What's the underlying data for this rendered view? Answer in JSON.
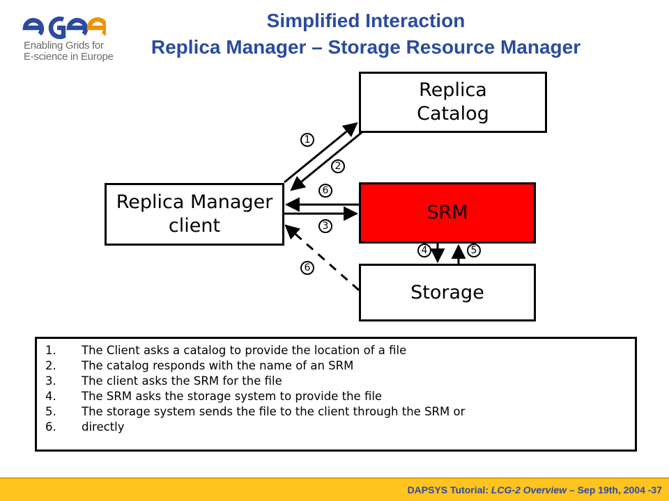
{
  "slide": {
    "title_line1": "Simplified Interaction",
    "title_line2": "Replica Manager – Storage Resource Manager"
  },
  "logo": {
    "name": "egee",
    "tagline_line1": "Enabling Grids for",
    "tagline_line2": "E-science in Europe"
  },
  "boxes": {
    "replica_catalog": [
      "Replica",
      "Catalog"
    ],
    "replica_manager_client": [
      "Replica Manager",
      "client"
    ],
    "srm": "SRM",
    "storage": "Storage"
  },
  "step_markers": {
    "to_catalog": "1",
    "from_catalog": "2",
    "srm_to_client": "6",
    "client_to_srm": "3",
    "srm_to_storage": "4",
    "storage_to_srm": "5",
    "storage_to_client": "6"
  },
  "steps": [
    {
      "num": "1.",
      "text": "The Client asks a catalog to provide the location of a file"
    },
    {
      "num": "2.",
      "text": "The catalog responds with the name of an SRM"
    },
    {
      "num": "3.",
      "text": "The client asks the SRM for the file"
    },
    {
      "num": "4.",
      "text": "The SRM asks the storage system to provide the file"
    },
    {
      "num": "5.",
      "text": "The storage system sends the file to the client through the SRM or"
    },
    {
      "num": "6.",
      "text": "directly"
    }
  ],
  "footer": {
    "prefix": "DAPSYS Tutorial: ",
    "italic": "LCG-2 Overview",
    "suffix": " – Sep 19th, 2004  -37"
  },
  "colors": {
    "title": "#2b4ba0",
    "srm_fill": "#ff0000",
    "footer_bar": "#ffc41f",
    "logo_blue": "#2b4ba0",
    "logo_orange": "#f39200"
  }
}
